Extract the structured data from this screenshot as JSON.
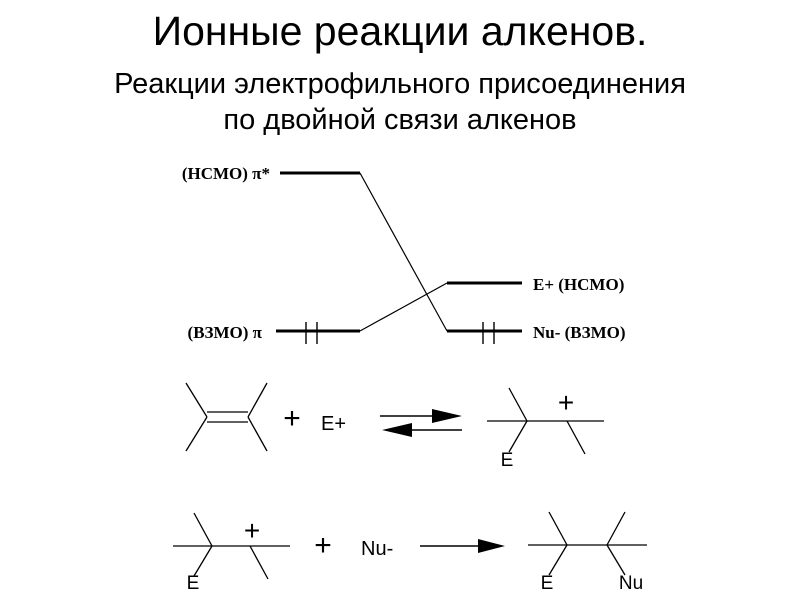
{
  "title": {
    "line1": "Ионные реакции алкенов.",
    "line2": "Реакции электрофильного присоединения",
    "line3": "по двойной связи алкенов"
  },
  "mo_diagram": {
    "lumo_left": "(НСМО) π*",
    "homo_left": "(ВЗМО) π",
    "lumo_right": "E+ (НСМО)",
    "homo_right": "Nu- (ВЗМО)"
  },
  "reaction1": {
    "plus": "+",
    "reagent": "E+",
    "cation_charge": "+",
    "product_label": "E"
  },
  "reaction2": {
    "cation_charge": "+",
    "cation_label": "E",
    "plus": "+",
    "reagent": "Nu-",
    "product_label_1": "E",
    "product_label_2": "Nu"
  },
  "colors": {
    "ink": "#000000",
    "background": "#ffffff"
  }
}
